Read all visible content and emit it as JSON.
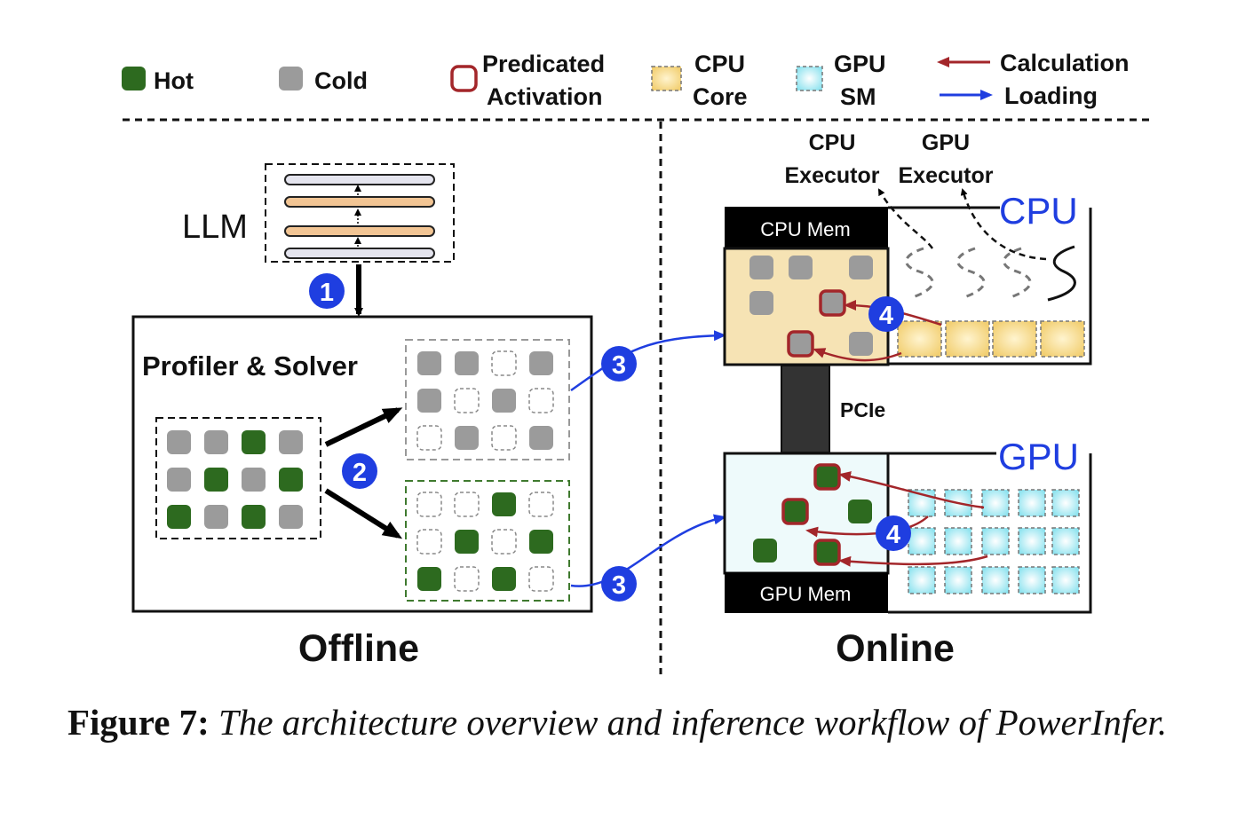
{
  "legend": {
    "hot": "Hot",
    "cold": "Cold",
    "predicated_line1": "Predicated",
    "predicated_line2": "Activation",
    "cpu_core_line1": "CPU",
    "cpu_core_line2": "Core",
    "gpu_sm_line1": "GPU",
    "gpu_sm_line2": "SM",
    "calculation": "Calculation",
    "loading": "Loading"
  },
  "offline": {
    "llm_label": "LLM",
    "profiler_label": "Profiler & Solver",
    "section_label": "Offline",
    "step1": "1",
    "step2": "2",
    "step3": "3"
  },
  "online": {
    "cpu_executor_line1": "CPU",
    "cpu_executor_line2": "Executor",
    "gpu_executor_line1": "GPU",
    "gpu_executor_line2": "Executor",
    "cpu_label": "CPU",
    "gpu_label": "GPU",
    "cpu_mem": "CPU Mem",
    "gpu_mem": "GPU Mem",
    "pcie": "PCIe",
    "section_label": "Online",
    "step3": "3",
    "step4": "4"
  },
  "caption": {
    "label": "Figure 7:",
    "text": "The architecture overview and inference workflow of PowerInfer."
  },
  "colors": {
    "hot": "#2d6a1f",
    "cold": "#9b9b9b",
    "predicated_border": "#a3262a",
    "cpu_core": "#f6d98e",
    "gpu_sm": "#c8f0f6",
    "calculation": "#a3262a",
    "loading": "#1f3ee0",
    "step_badge": "#1f3ee0",
    "cpu_mem_bg": "#f6e3b4",
    "gpu_mem_bg": "#eefafb"
  }
}
